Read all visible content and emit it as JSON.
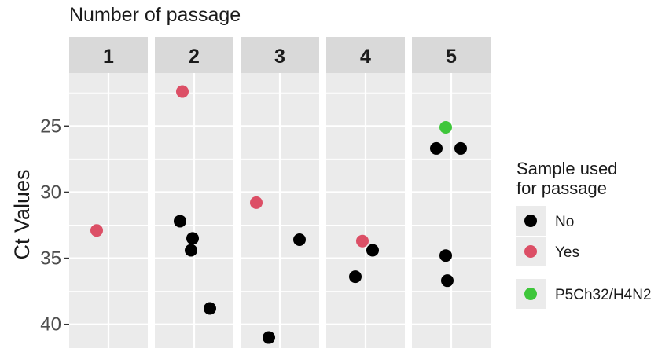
{
  "chart_data": {
    "type": "scatter",
    "title": "Number of passage",
    "ylabel": "Ct Values",
    "ylim": [
      21,
      41.8
    ],
    "y_reversed": true,
    "yticks": [
      25,
      30,
      35,
      40
    ],
    "ytick_labels": [
      "25",
      "30",
      "35",
      "40"
    ],
    "grid": true,
    "facets": [
      "1",
      "2",
      "3",
      "4",
      "5"
    ],
    "legend": {
      "title_lines": [
        "Sample used",
        "for passage"
      ],
      "placement": "right",
      "entries": [
        {
          "label": "No",
          "key": "no"
        },
        {
          "label": "Yes",
          "key": "yes"
        },
        {
          "label": "P5Ch32/H4N2",
          "key": "p5"
        }
      ]
    },
    "colors": {
      "no": "#000000",
      "yes": "#dc4f66",
      "p5": "#3ec63a"
    },
    "points": [
      {
        "facet": "1",
        "jitter": -0.15,
        "y": 32.9,
        "group": "yes"
      },
      {
        "facet": "2",
        "jitter": -0.15,
        "y": 22.4,
        "group": "yes"
      },
      {
        "facet": "2",
        "jitter": -0.18,
        "y": 32.2,
        "group": "no"
      },
      {
        "facet": "2",
        "jitter": -0.02,
        "y": 33.5,
        "group": "no"
      },
      {
        "facet": "2",
        "jitter": -0.04,
        "y": 34.4,
        "group": "no"
      },
      {
        "facet": "2",
        "jitter": 0.2,
        "y": 38.8,
        "group": "no"
      },
      {
        "facet": "3",
        "jitter": -0.3,
        "y": 30.8,
        "group": "yes"
      },
      {
        "facet": "3",
        "jitter": 0.25,
        "y": 33.6,
        "group": "no"
      },
      {
        "facet": "3",
        "jitter": -0.14,
        "y": 41.0,
        "group": "no"
      },
      {
        "facet": "4",
        "jitter": -0.04,
        "y": 33.7,
        "group": "yes"
      },
      {
        "facet": "4",
        "jitter": 0.09,
        "y": 34.4,
        "group": "no"
      },
      {
        "facet": "4",
        "jitter": -0.13,
        "y": 36.4,
        "group": "no"
      },
      {
        "facet": "5",
        "jitter": -0.07,
        "y": 25.1,
        "group": "p5"
      },
      {
        "facet": "5",
        "jitter": -0.19,
        "y": 26.7,
        "group": "no"
      },
      {
        "facet": "5",
        "jitter": 0.12,
        "y": 26.7,
        "group": "no"
      },
      {
        "facet": "5",
        "jitter": -0.07,
        "y": 34.8,
        "group": "no"
      },
      {
        "facet": "5",
        "jitter": -0.05,
        "y": 36.7,
        "group": "no"
      }
    ]
  }
}
